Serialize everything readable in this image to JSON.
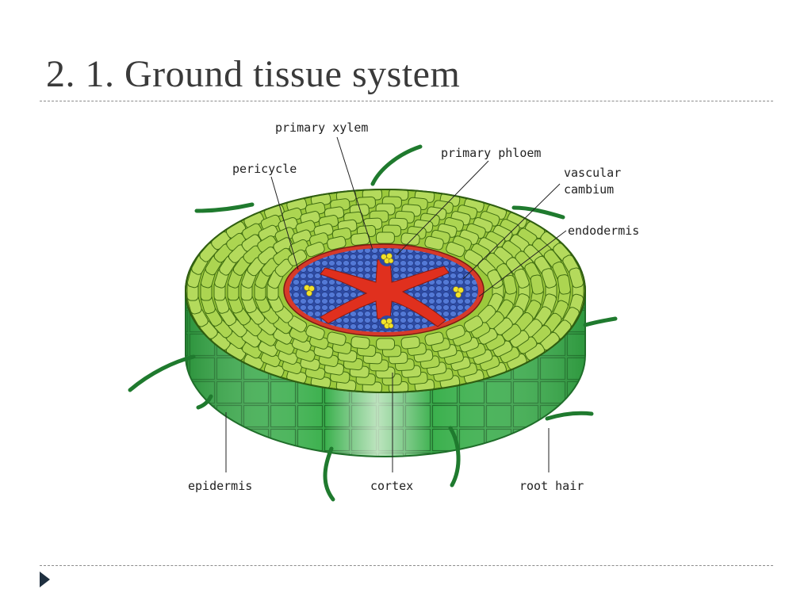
{
  "slide": {
    "title": "2. 1. Ground tissue system"
  },
  "diagram": {
    "labels": {
      "primary_xylem": "primary xylem",
      "primary_phloem": "primary phloem",
      "pericycle": "pericycle",
      "vascular": "vascular",
      "cambium": "cambium",
      "endodermis": "endodermis",
      "epidermis": "epidermis",
      "cortex": "cortex",
      "root_hair": "root hair"
    },
    "colors": {
      "cortex_top": "#a6cf45",
      "cortex_cell_outline": "#3f6d12",
      "side_wall": "#2f9e3e",
      "side_wall_light": "#cfe9c4",
      "stele_blue": "#3f62c2",
      "pericycle_red": "#d63a2a",
      "xylem_red": "#e0301e",
      "phloem_yellow": "#f2e22a",
      "root_hair": "#1f7a2e",
      "nav_bullet": "#1f3040",
      "rule": "#8c8c8c"
    }
  }
}
